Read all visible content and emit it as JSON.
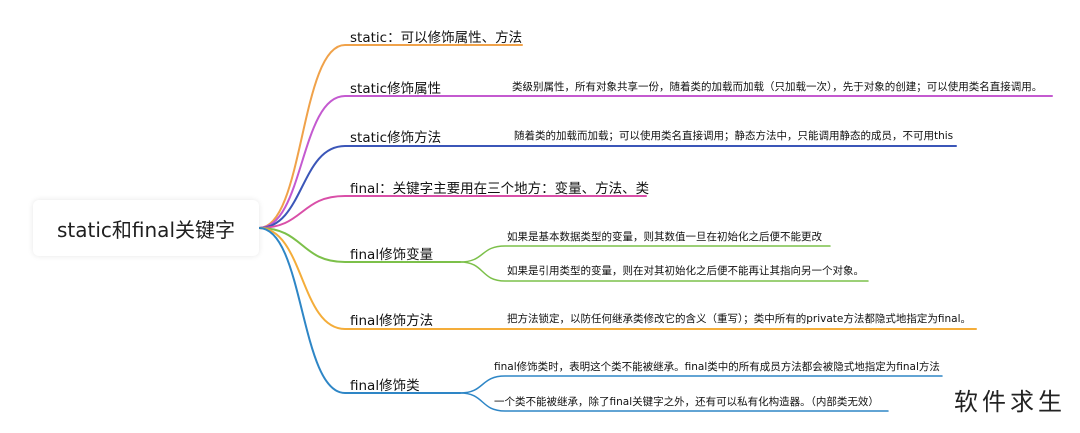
{
  "root": {
    "label": "static和final关键字"
  },
  "branches": [
    {
      "label": "static：可以修饰属性、方法",
      "color": "#f0a24a",
      "leaves": []
    },
    {
      "label": "static修饰属性",
      "color": "#c45ad0",
      "leaves": [
        "类级别属性，所有对象共享一份，随着类的加载而加载（只加载一次），先于对象的创建；可以使用类名直接调用。"
      ]
    },
    {
      "label": "static修饰方法",
      "color": "#3b56b8",
      "leaves": [
        "随着类的加载而加载；可以使用类名直接调用；静态方法中，只能调用静态的成员，不可用this"
      ]
    },
    {
      "label": "final：关键字主要用在三个地方：变量、方法、类",
      "color": "#d94fa8",
      "leaves": []
    },
    {
      "label": "final修饰变量",
      "color": "#7cc04a",
      "leaves": [
        "如果是基本数据类型的变量，则其数值一旦在初始化之后便不能更改",
        "如果是引用类型的变量，则在对其初始化之后便不能再让其指向另一个对象。"
      ]
    },
    {
      "label": "final修饰方法",
      "color": "#f4ad3a",
      "leaves": [
        "把方法锁定，以防任何继承类修改它的含义（重写）；类中所有的private方法都隐式地指定为final。"
      ]
    },
    {
      "label": "final修饰类",
      "color": "#2e86c6",
      "leaves": [
        "final修饰类时，表明这个类不能被继承。final类中的所有成员方法都会被隐式地指定为final方法",
        "一个类不能被继承，除了final关键字之外，还有可以私有化构造器。（内部类无效）"
      ]
    }
  ],
  "watermark": "软件求生"
}
